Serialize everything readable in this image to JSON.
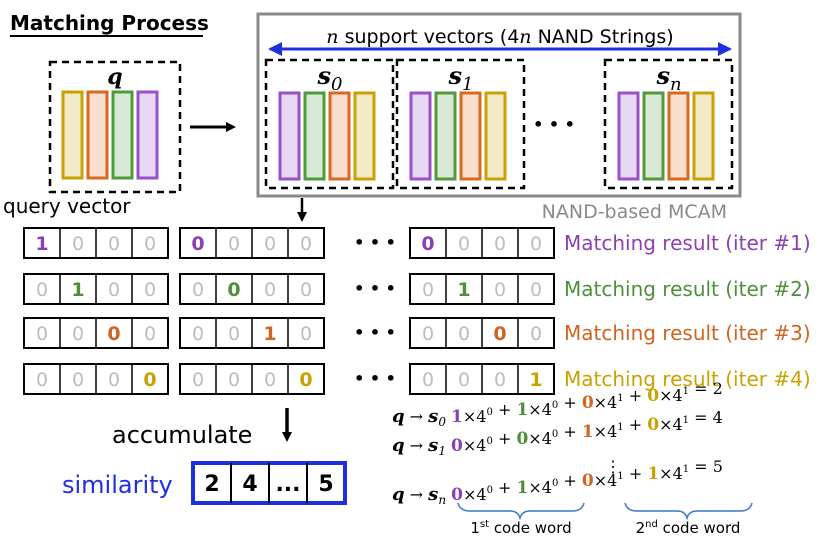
{
  "title": "Matching Process",
  "query": {
    "symbol": "q",
    "caption": "query vector",
    "cell_colors": [
      "#c9a200",
      "#d9691f",
      "#4f9b3c",
      "#9b4fc9"
    ]
  },
  "mcam": {
    "header_n": "n",
    "header_text": " support vectors (4",
    "header_n2": "n",
    "header_text2": " NAND Strings)",
    "label": "NAND-based MCAM",
    "vectors": [
      {
        "name": "s",
        "sub": "0",
        "cell_colors": [
          "#9b4fc9",
          "#4f9b3c",
          "#d9691f",
          "#c9a200"
        ]
      },
      {
        "name": "s",
        "sub": "1",
        "cell_colors": [
          "#9b4fc9",
          "#4f9b3c",
          "#d9691f",
          "#c9a200"
        ]
      },
      {
        "name": "s",
        "sub": "n",
        "cell_colors": [
          "#9b4fc9",
          "#4f9b3c",
          "#d9691f",
          "#c9a200"
        ]
      }
    ],
    "ellipsis": "• • •"
  },
  "matching_rows": [
    {
      "label": "Matching result (iter #1)",
      "color": "#8a3fb3",
      "groups": [
        [
          "1",
          "0",
          "0",
          "0"
        ],
        [
          "0",
          "0",
          "0",
          "0"
        ],
        [
          "0",
          "0",
          "0",
          "0"
        ]
      ],
      "active_index": 0
    },
    {
      "label": "Matching result (iter #2)",
      "color": "#4f8f3a",
      "groups": [
        [
          "0",
          "1",
          "0",
          "0"
        ],
        [
          "0",
          "0",
          "0",
          "0"
        ],
        [
          "0",
          "1",
          "0",
          "0"
        ]
      ],
      "active_index": 1
    },
    {
      "label": "Matching result (iter #3)",
      "color": "#d06421",
      "groups": [
        [
          "0",
          "0",
          "0",
          "0"
        ],
        [
          "0",
          "0",
          "1",
          "0"
        ],
        [
          "0",
          "0",
          "0",
          "0"
        ]
      ],
      "active_index": 2
    },
    {
      "label": "Matching result (iter #4)",
      "color": "#c9a200",
      "groups": [
        [
          "0",
          "0",
          "0",
          "0"
        ],
        [
          "0",
          "0",
          "0",
          "0"
        ],
        [
          "0",
          "0",
          "0",
          "1"
        ]
      ],
      "active_index": 3
    }
  ],
  "row_ellipsis": "• • •",
  "accumulate_label": "accumulate",
  "similarity": {
    "label": "similarity",
    "values": [
      "2",
      "4",
      "...",
      "5"
    ]
  },
  "equations": [
    {
      "lhs_q": "q",
      "arrow": " → ",
      "lhs_s": "s",
      "lhs_sub": "0",
      "terms": [
        {
          "d": "1",
          "c": "#8a3fb3",
          "e": "0"
        },
        {
          "d": "1",
          "c": "#4f8f3a",
          "e": "0"
        },
        {
          "d": "0",
          "c": "#d06421",
          "e": "1"
        },
        {
          "d": "0",
          "c": "#c9a200",
          "e": "1"
        }
      ],
      "result": "2"
    },
    {
      "lhs_q": "q",
      "arrow": " → ",
      "lhs_s": "s",
      "lhs_sub": "1",
      "terms": [
        {
          "d": "0",
          "c": "#8a3fb3",
          "e": "0"
        },
        {
          "d": "0",
          "c": "#4f8f3a",
          "e": "0"
        },
        {
          "d": "1",
          "c": "#d06421",
          "e": "1"
        },
        {
          "d": "0",
          "c": "#c9a200",
          "e": "1"
        }
      ],
      "result": "4"
    },
    {
      "lhs_q": "q",
      "arrow": " → ",
      "lhs_s": "s",
      "lhs_sub": "n",
      "terms": [
        {
          "d": "0",
          "c": "#8a3fb3",
          "e": "0"
        },
        {
          "d": "1",
          "c": "#4f8f3a",
          "e": "0"
        },
        {
          "d": "0",
          "c": "#d06421",
          "e": "1"
        },
        {
          "d": "1",
          "c": "#c9a200",
          "e": "1"
        }
      ],
      "result": "5"
    }
  ],
  "eq_times": "×4",
  "eq_plus": " + ",
  "eq_equals": " = ",
  "vdots": "⋮",
  "code_words": [
    {
      "num": "1",
      "sup": "st",
      "text": " code word"
    },
    {
      "num": "2",
      "sup": "nd",
      "text": " code word"
    }
  ]
}
